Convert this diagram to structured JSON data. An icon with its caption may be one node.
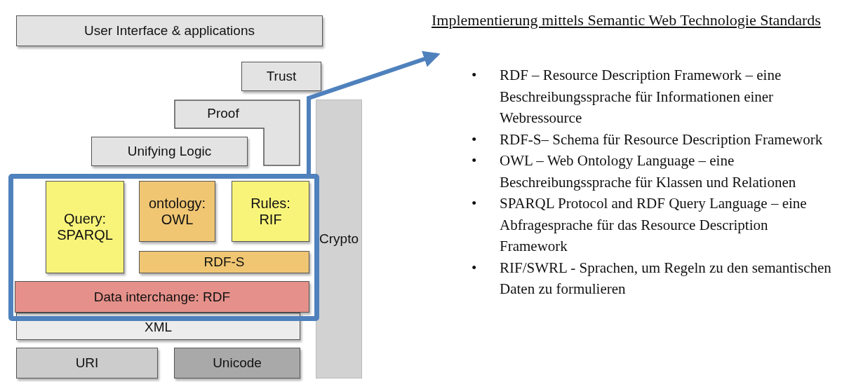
{
  "diagram": {
    "nodes": [
      {
        "text": [
          "User Interface & applications"
        ]
      },
      {
        "text": [
          "Trust"
        ]
      },
      {
        "text": [
          "Proof"
        ]
      },
      {
        "text": [
          "Unifying Logic"
        ]
      },
      {
        "text": [],
        "shape": "box"
      },
      {
        "text": [
          "Query: SPARQL"
        ],
        "in": 4
      },
      {
        "text": [
          "ontology: OWL"
        ],
        "in": 4
      },
      {
        "text": [
          "Rules: RIF"
        ],
        "in": 4
      },
      {
        "text": [
          "RDF-S"
        ],
        "in": 4
      },
      {
        "text": [
          "Data interchange: RDF"
        ],
        "in": 4
      },
      {
        "text": [
          "XML"
        ]
      },
      {
        "text": [
          "URI"
        ]
      },
      {
        "text": [
          "Unicode"
        ]
      },
      {
        "text": [
          "Crypto"
        ]
      },
      {
        "text": [
          "Implementierung mittels Semantic Web Technologie Standards"
        ]
      }
    ],
    "edges": [
      {
        "from": 4,
        "to": 14,
        "arrow": "to"
      }
    ],
    "labels": [
      "•",
      "RDF – Resource Description Framework – eine Beschreibungssprache für Informationen einer Webressource",
      "•",
      "RDF-S– Schema für Resource Description Framework",
      "•",
      "OWL – Web Ontology Language – eine Beschreibungssprache für Klassen und Relationen",
      "•",
      "SPARQL Protocol and RDF Query Language – eine Abfragesprache für das Resource Description Framework",
      "•",
      "RIF/SWRL - Sprachen, um Regeln zu den semantischen Daten zu formulieren"
    ]
  }
}
